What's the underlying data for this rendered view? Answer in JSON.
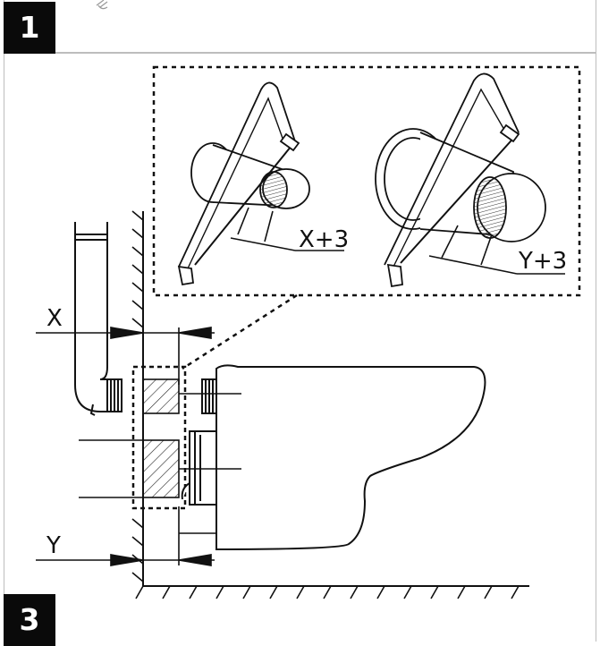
{
  "steps": {
    "top": "1",
    "bottom": "3"
  },
  "labels": {
    "x": "X",
    "y": "Y",
    "x_cut": "X+3",
    "y_cut": "Y+3"
  }
}
